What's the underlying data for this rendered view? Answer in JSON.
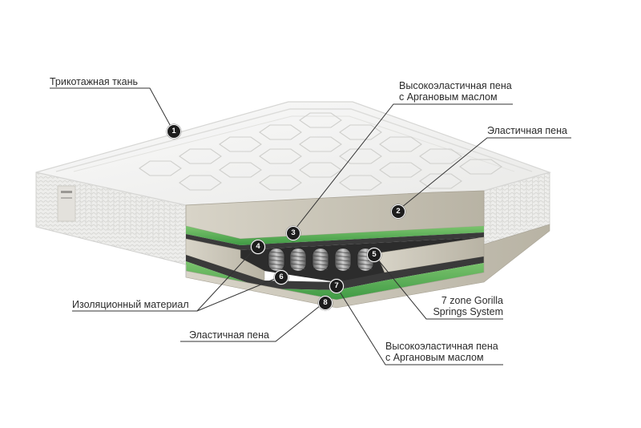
{
  "labels": {
    "knit_fabric": "Трикотажная ткань",
    "he_foam_top_line1": "Высокоэластичная пена",
    "he_foam_top_line2": "с Аргановым маслом",
    "elastic_foam_top": "Эластичная пена",
    "insulation": "Изоляционный материал",
    "springs_line1": "7 zone Gorilla",
    "springs_line2": "Springs System",
    "elastic_foam_bottom": "Эластичная пена",
    "he_foam_bottom_line1": "Высокоэластичная пена",
    "he_foam_bottom_line2": "с Аргановым маслом"
  },
  "badges": {
    "b1": "1",
    "b2": "2",
    "b3": "3",
    "b4": "4",
    "b5": "5",
    "b6": "6",
    "b7": "7",
    "b8": "8"
  },
  "colors": {
    "fabric": "#f3f3f1",
    "foam": "#c9c4b6",
    "green_layer": "#5fb456",
    "spring_block": "#2f2f2f",
    "leader_line": "#333333"
  }
}
